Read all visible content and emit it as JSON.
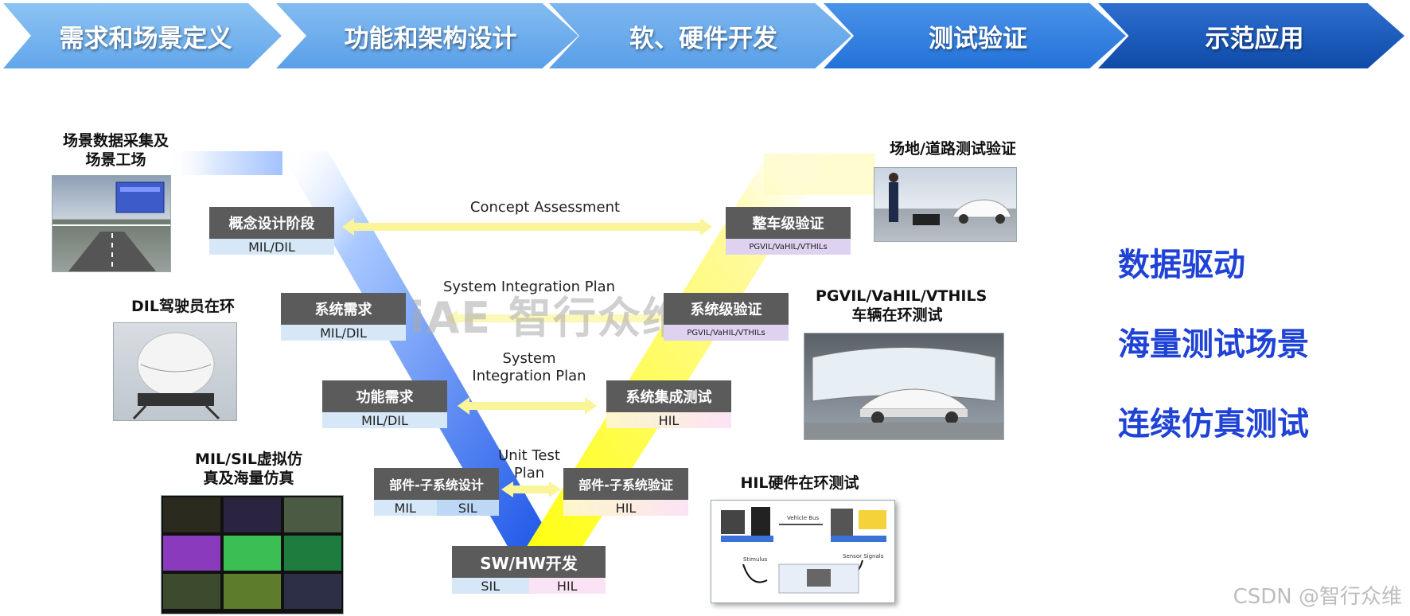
{
  "stages": [
    {
      "label": "需求和场景定义",
      "color": "#77b4ee"
    },
    {
      "label": "功能和架构设计",
      "color": "#62a6ea"
    },
    {
      "label": "软、硬件开发",
      "color": "#5a9fe8"
    },
    {
      "label": "测试验证",
      "color": "#2e7ce0"
    },
    {
      "label": "示范应用",
      "color": "#1456b8"
    }
  ],
  "left_boxes": [
    {
      "title": "概念设计阶段",
      "bottom": [
        "MIL/DIL"
      ]
    },
    {
      "title": "系统需求",
      "bottom": [
        "MIL/DIL"
      ]
    },
    {
      "title": "功能需求",
      "bottom": [
        "MIL/DIL"
      ]
    },
    {
      "title": "部件-子系统设计",
      "bottom": [
        "MIL",
        "SIL"
      ]
    }
  ],
  "right_boxes": [
    {
      "title": "整车级验证",
      "bottom": [
        "PGVIL/VaHIL/VTHILs"
      ]
    },
    {
      "title": "系统级验证",
      "bottom": [
        "PGVIL/VaHIL/VTHILs"
      ]
    },
    {
      "title": "系统集成测试",
      "bottom": [
        "HIL"
      ]
    },
    {
      "title": "部件-子系统验证",
      "bottom": [
        "HIL"
      ]
    }
  ],
  "bottom_box": {
    "title": "SW/HW开发",
    "bottom": [
      "SIL",
      "HIL"
    ]
  },
  "arrows": [
    "Concept Assessment",
    "System Integration Plan",
    "System Integration Plan",
    "Unit Test Plan"
  ],
  "left_labels": [
    "场景数据采集及场景工场",
    "DIL驾驶员在环",
    "MIL/SIL虚拟仿真及海量仿真"
  ],
  "right_labels": [
    "场地/道路测试验证",
    "PGVIL/VaHIL/VTHILS车辆在环测试",
    "HIL硬件在环测试"
  ],
  "keywords": [
    "数据驱动",
    "海量测试场景",
    "连续仿真测试"
  ],
  "watermark": "iAE 智行众维",
  "hil_text": {
    "a": "Vehicle Bus",
    "b": "Stimulus",
    "c": "Sensor Signals"
  },
  "footer": "CSDN @智行众维",
  "accent_colors": {
    "left_band": "#1a5ee8",
    "right_band": "#ffff00",
    "keyword": "#1f43d6"
  }
}
